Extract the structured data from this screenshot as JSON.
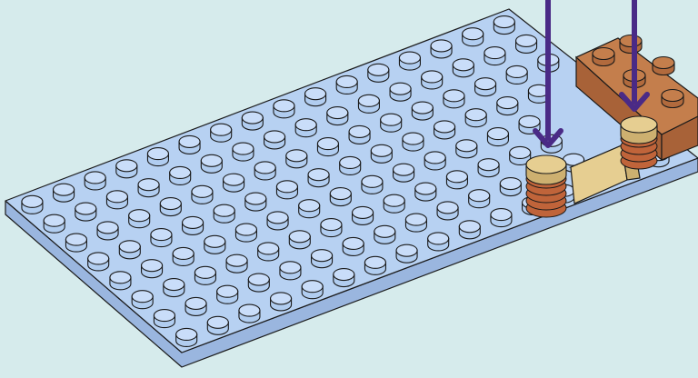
{
  "scene": {
    "subject": "building-instruction-step",
    "plate": {
      "studs_along": 16,
      "studs_deep": 8
    }
  },
  "colors": {
    "background": "#d6ebec",
    "plate_top": "#b7d1f2",
    "plate_side": "#9ab6df",
    "plate_edge": "#c6dcf8",
    "stud_body": "#b1cdf0",
    "stud_top": "#c9ddf9",
    "outline": "#1a1a1a",
    "brick_top": "#c47e4c",
    "brick_side": "#a86238",
    "brick_stud": "#b16a3d",
    "hinge_tan": "#e6ce91",
    "hinge_tan_dark": "#cdb070",
    "spring_copper": "#c0643a",
    "arrow": "#4a2a86"
  }
}
